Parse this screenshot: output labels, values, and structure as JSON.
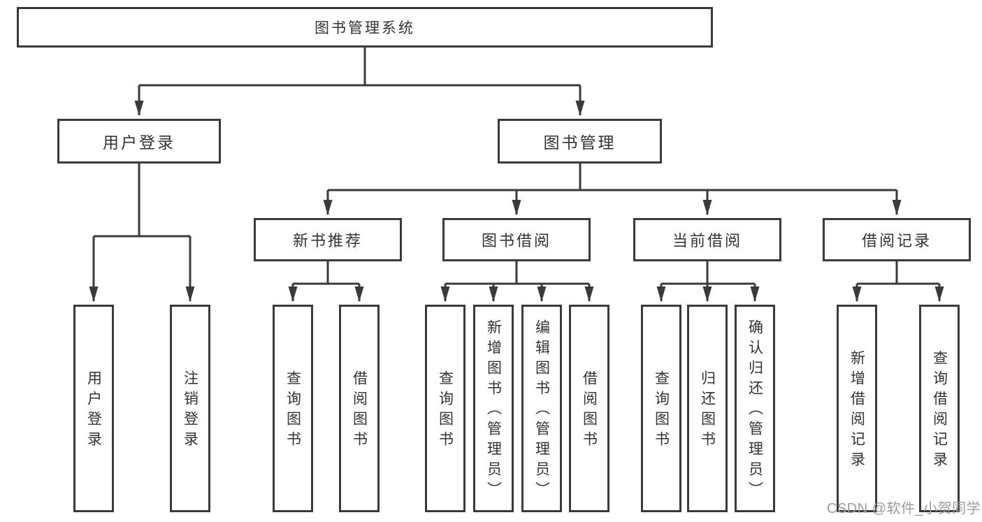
{
  "diagram": {
    "root_label": "图书管理系统",
    "level2": [
      {
        "label": "用户登录",
        "children": [
          {
            "label": "用户登录"
          },
          {
            "label": "注销登录"
          }
        ]
      },
      {
        "label": "图书管理",
        "children": [
          {
            "label": "新书推荐",
            "children": [
              {
                "label": "查询图书"
              },
              {
                "label": "借阅图书"
              }
            ]
          },
          {
            "label": "图书借阅",
            "children": [
              {
                "label": "查询图书"
              },
              {
                "label": "新增图书（管理员）"
              },
              {
                "label": "编辑图书（管理员）"
              },
              {
                "label": "借阅图书"
              }
            ]
          },
          {
            "label": "当前借阅",
            "children": [
              {
                "label": "查询图书"
              },
              {
                "label": "归还图书"
              },
              {
                "label": "确认归还（管理员）"
              }
            ]
          },
          {
            "label": "借阅记录",
            "children": [
              {
                "label": "新增借阅记录"
              },
              {
                "label": "查询借阅记录"
              }
            ]
          }
        ]
      }
    ]
  },
  "watermark": {
    "text": "CSDN @软件_小贺同学"
  },
  "colors": {
    "line": "#3a3a3a",
    "box_border": "#3a3a3a",
    "text": "#333333",
    "watermark": "#9c9c9c",
    "background": "#ffffff"
  }
}
